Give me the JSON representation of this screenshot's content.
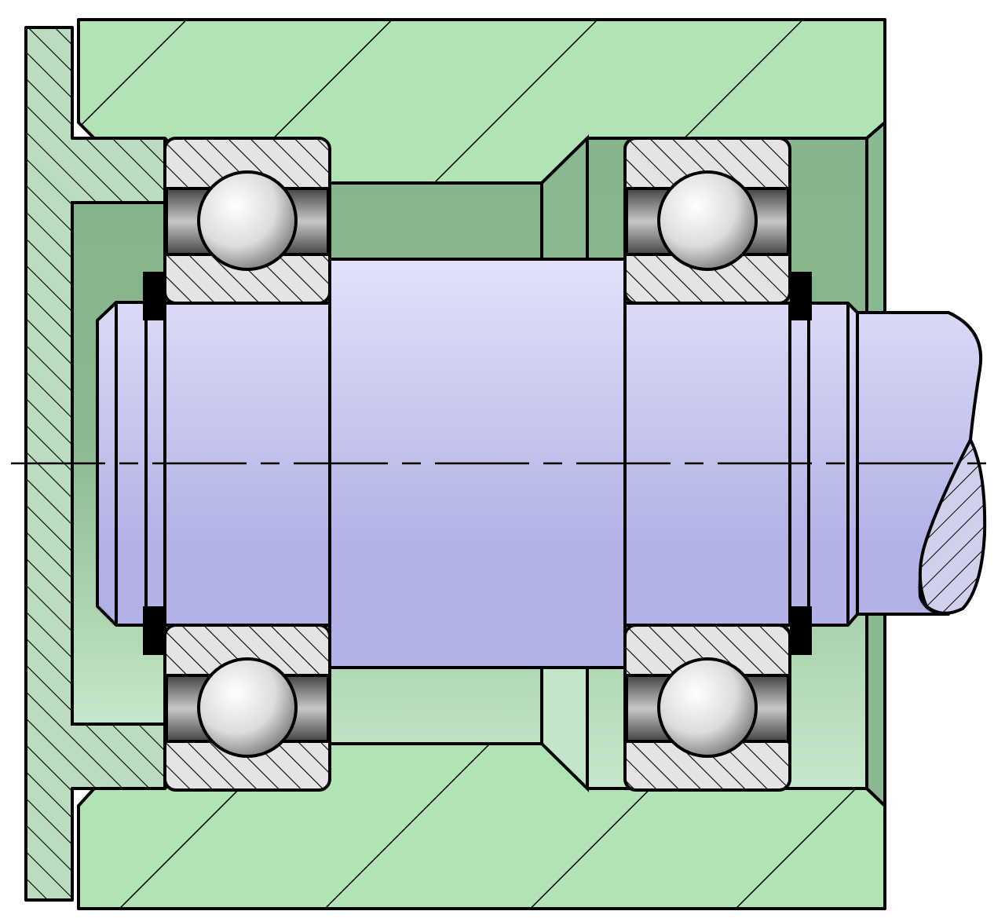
{
  "diagram": {
    "subject": "bearing-assembly-cross-section",
    "labels": [],
    "colors": {
      "housing_fill": "#b0e4b4",
      "cover_fill": "#bcdcc0",
      "inner_space_dark": "#8ab890",
      "inner_space_light": "#c4e6c8",
      "shaft_top": "#e2e2fa",
      "shaft_bottom": "#b2b2e6",
      "ring_fill": "#e4e4e4",
      "retaining_ring": "#000000",
      "outline": "#000000",
      "hatch": "#000000"
    },
    "components": [
      {
        "name": "housing",
        "hatched": true
      },
      {
        "name": "end-cover",
        "hatched": true
      },
      {
        "name": "shaft",
        "hatched": false
      },
      {
        "name": "left-ball-bearing",
        "hatched": true
      },
      {
        "name": "right-ball-bearing",
        "hatched": true
      },
      {
        "name": "retaining-rings",
        "count": 2
      },
      {
        "name": "center-axis-line",
        "style": "dash-dot"
      }
    ]
  }
}
